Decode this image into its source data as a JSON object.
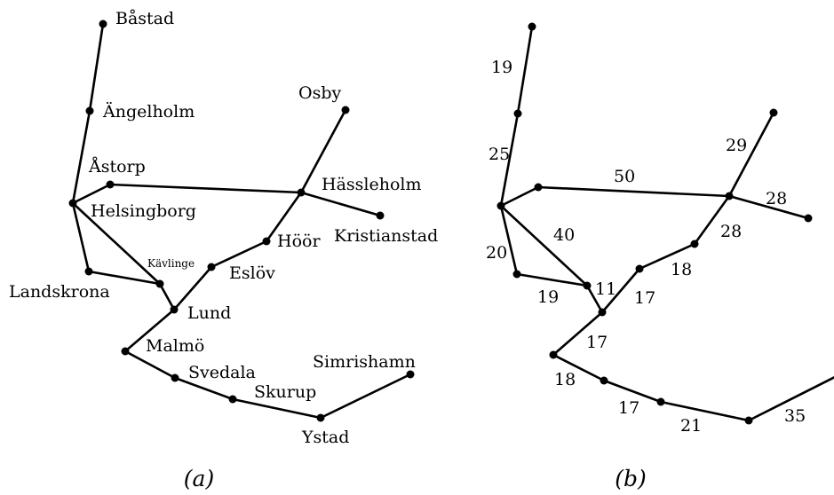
{
  "graph_a": {
    "labels": {
      "bastad": "Båstad",
      "angelholm": "Ängelholm",
      "astorp": "Åstorp",
      "osby": "Osby",
      "hassleholm": "Hässleholm",
      "helsingborg": "Helsingborg",
      "kristianstad": "Kristianstad",
      "hoor": "Höör",
      "kavlinge": "Kävlinge",
      "eslov": "Eslöv",
      "landskrona": "Landskrona",
      "lund": "Lund",
      "malmo": "Malmö",
      "svedala": "Svedala",
      "simrishamn": "Simrishamn",
      "skurup": "Skurup",
      "ystad": "Ystad"
    },
    "caption": "(a)"
  },
  "graph_b": {
    "weights": {
      "bastad_angelholm": "19",
      "angelholm_helsingborg": "25",
      "astorp_hassleholm": "50",
      "hassleholm_osby": "29",
      "hassleholm_kristianstad": "28",
      "hassleholm_hoor": "28",
      "helsingborg_kavlinge": "40",
      "helsingborg_landskrona": "20",
      "landskrona_kavlinge": "19",
      "kavlinge_lund": "11",
      "hoor_eslov": "18",
      "eslov_lund": "17",
      "lund_malmo": "17",
      "malmo_svedala": "18",
      "svedala_skurup": "17",
      "skurup_ystad": "21",
      "ystad_simrishamn": "35"
    },
    "caption": "(b)"
  }
}
